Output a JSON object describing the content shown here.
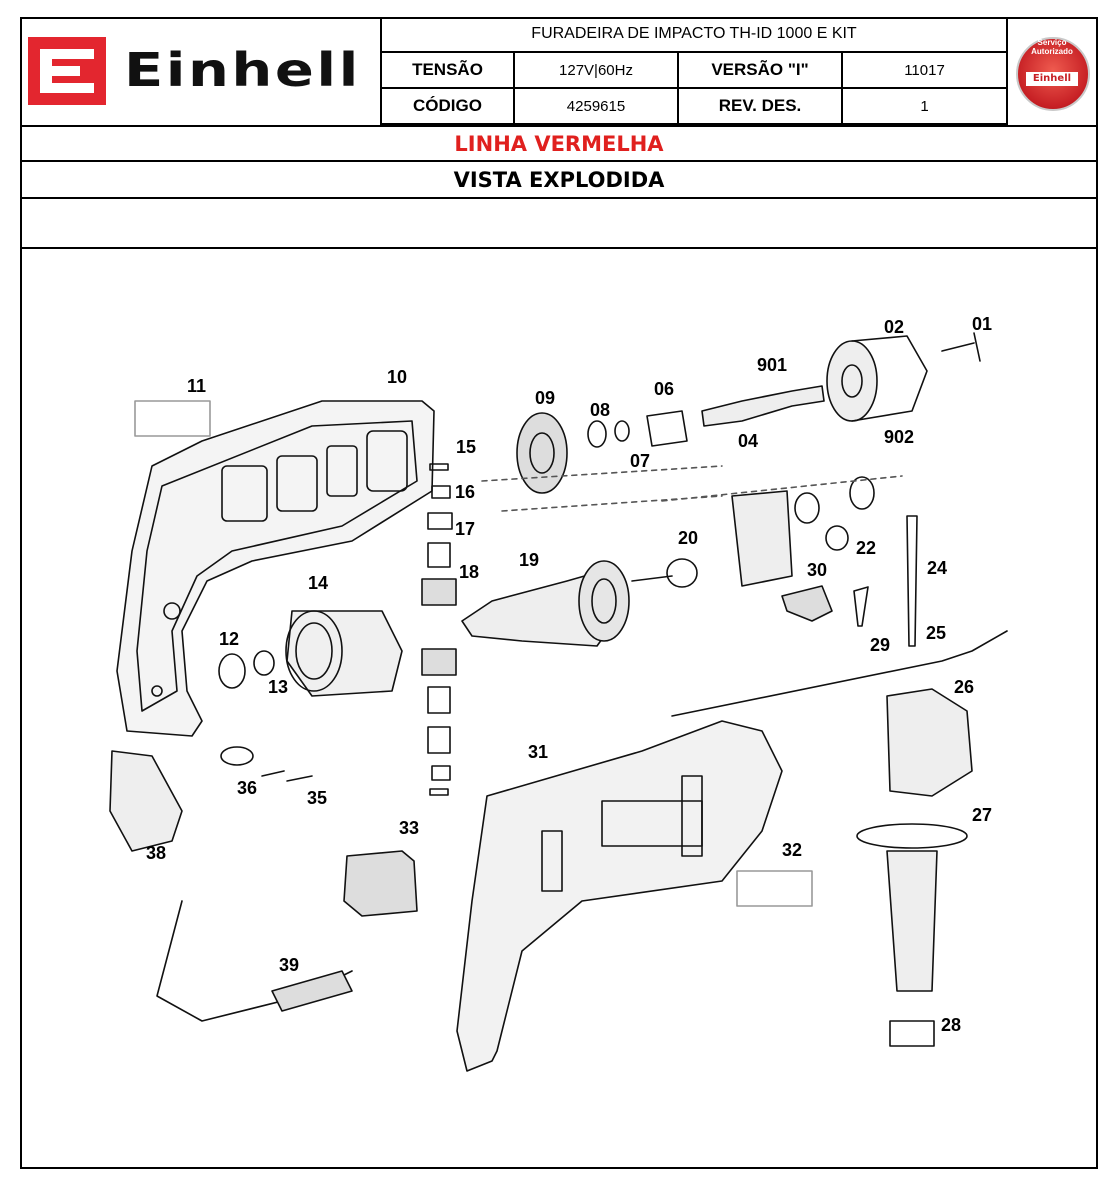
{
  "header": {
    "brand": "Einhell",
    "title": "FURADEIRA DE IMPACTO TH-ID 1000 E KIT",
    "rows": [
      {
        "label1": "TENSÃO",
        "value1": "127V|60Hz",
        "label2": "VERSÃO \"I\"",
        "value2": "11017"
      },
      {
        "label1": "CÓDIGO",
        "value1": "4259615",
        "label2": "REV. DES.",
        "value2": "1"
      }
    ],
    "seal_text": "Serviço Autorizado",
    "seal_brand": "Einhell"
  },
  "section_line": "LINHA VERMELHA",
  "section_view": "VISTA EXPLODIDA",
  "colors": {
    "brand_red": "#e3262f",
    "line_red": "#e0201e"
  },
  "parts": [
    "01",
    "02",
    "901",
    "06",
    "08",
    "09",
    "04",
    "07",
    "10",
    "11",
    "15",
    "16",
    "17",
    "18",
    "19",
    "20",
    "902",
    "22",
    "24",
    "30",
    "29",
    "25",
    "26",
    "14",
    "12",
    "13",
    "36",
    "35",
    "38",
    "31",
    "32",
    "33",
    "27",
    "39",
    "28"
  ]
}
